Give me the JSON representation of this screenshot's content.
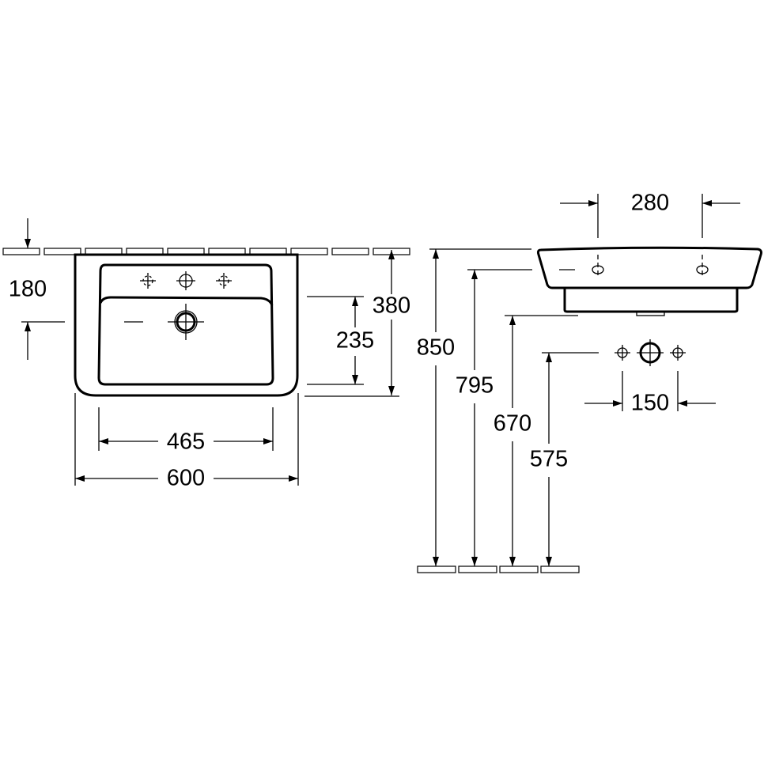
{
  "front_view": {
    "dimensions": {
      "wall_to_drain": "180",
      "depth": "380",
      "bowl_depth": "235",
      "bowl_width": "465",
      "width": "600"
    }
  },
  "side_view": {
    "dimensions": {
      "tap_hole_spacing": "280",
      "rim_height": "850",
      "overflow_height": "795",
      "underside_height": "670",
      "waste_height": "575",
      "waste_spacing": "150"
    }
  }
}
